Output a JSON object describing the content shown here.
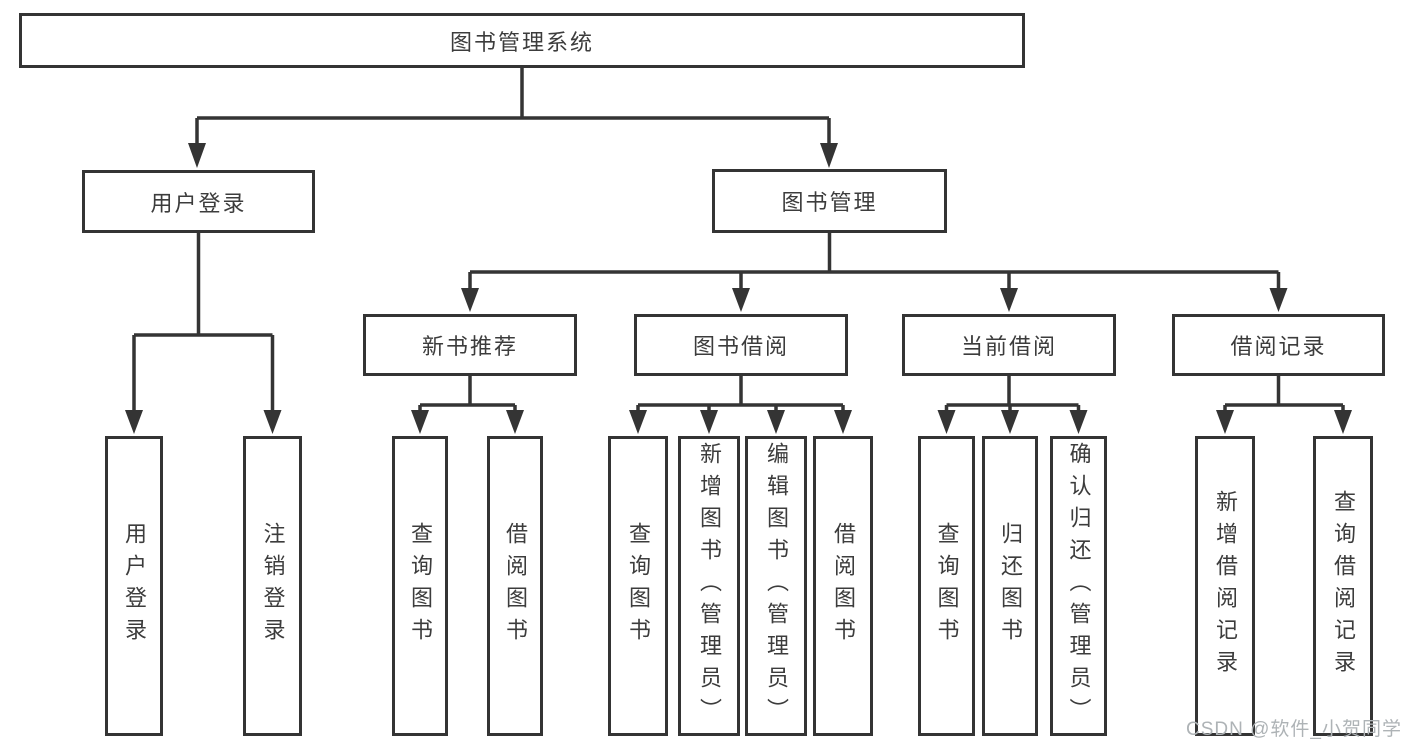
{
  "diagram": {
    "root": {
      "label": "图书管理系统"
    },
    "branches": [
      {
        "label": "用户登录",
        "children": [
          {
            "label": "用户登录"
          },
          {
            "label": "注销登录"
          }
        ]
      },
      {
        "label": "图书管理",
        "children": [
          {
            "label": "新书推荐",
            "children": [
              {
                "label": "查询图书"
              },
              {
                "label": "借阅图书"
              }
            ]
          },
          {
            "label": "图书借阅",
            "children": [
              {
                "label": "查询图书"
              },
              {
                "label": "新增图书（管理员）"
              },
              {
                "label": "编辑图书（管理员）"
              },
              {
                "label": "借阅图书"
              }
            ]
          },
          {
            "label": "当前借阅",
            "children": [
              {
                "label": "查询图书"
              },
              {
                "label": "归还图书"
              },
              {
                "label": "确认归还（管理员）"
              }
            ]
          },
          {
            "label": "借阅记录",
            "children": [
              {
                "label": "新增借阅记录"
              },
              {
                "label": "查询借阅记录"
              }
            ]
          }
        ]
      }
    ]
  },
  "watermark": {
    "text": "CSDN @软件_小贺同学"
  },
  "colors": {
    "line": "#343434",
    "node_border": "#343434",
    "text": "#3c3c3c",
    "watermark": "#aeb3b6",
    "background": "#ffffff"
  }
}
